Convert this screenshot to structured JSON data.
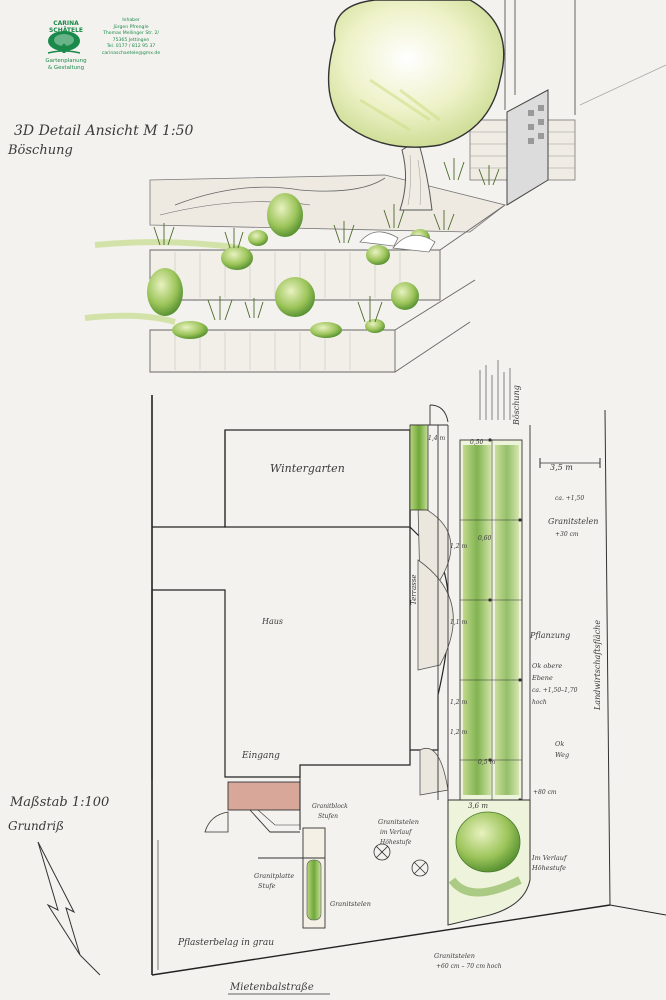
{
  "company": {
    "name": "CARINA SCHÄTELE",
    "line1": "Gartenplanung",
    "line2": "& Gestaltung"
  },
  "contact": {
    "role": "Inhaber",
    "owner": "Jürgen Pfrengle",
    "street": "Thomas Mellinger Str. 2/",
    "city": "75365 Jettingen",
    "phone": "Tel. 0177 / 812 95 37",
    "email": "carinaschaetele@gmx.de"
  },
  "detail_view": {
    "title": "3D Detail Ansicht M 1:50",
    "subtitle": "Böschung"
  },
  "plan": {
    "scale": "Maßstab 1:100",
    "type": "Grundriß",
    "labels": {
      "wintergarten": "Wintergarten",
      "haus": "Haus",
      "eingang": "Eingang",
      "terrasse": "Terrasse",
      "boeschung": "Böschung",
      "width_35": "3,5 m",
      "granitstelen": "Granitstelen",
      "stelen_cm": "+30 cm",
      "level_top": "ca. +1,50",
      "pflanzung": "Pflanzung",
      "ebene1": "Ok obere",
      "ebene2": "Ebene",
      "ebene3": "ca. +1,50–1,70",
      "ebene4": "hoch",
      "landschaft": "Landwirtschaftsfläche",
      "weg1": "Ok",
      "weg2": "Weg",
      "plus80": "+80 cm",
      "dim_36": "3,6 m",
      "granitblock1": "Granitblock",
      "granitblock2": "Stufen",
      "granitstelen2a": "Granitstelen",
      "granitstelen2b": "im Verlauf",
      "granitstelen2c": "Höhestufe",
      "imverlauf1": "Im Verlauf",
      "imverlauf2": "Höhestufe",
      "granitplatte1": "Granitplatte",
      "granitplatte2": "Stufe",
      "granitstelen3": "Granitstelen",
      "pflaster": "Pflasterbelag in grau",
      "stelen_bottom1": "Granitstelen",
      "stelen_bottom2": "+60 cm – 70 cm hoch",
      "strasse": "Mietenbalstraße",
      "dim_a": "1,4 m",
      "dim_b": "1,2 m",
      "dim_c": "1,1 m",
      "dim_d": "0,60",
      "dim_e": "1,2 m",
      "dim_f": "1,2 m",
      "dim_g": "0,50",
      "dim_h": "0,5 m"
    }
  }
}
